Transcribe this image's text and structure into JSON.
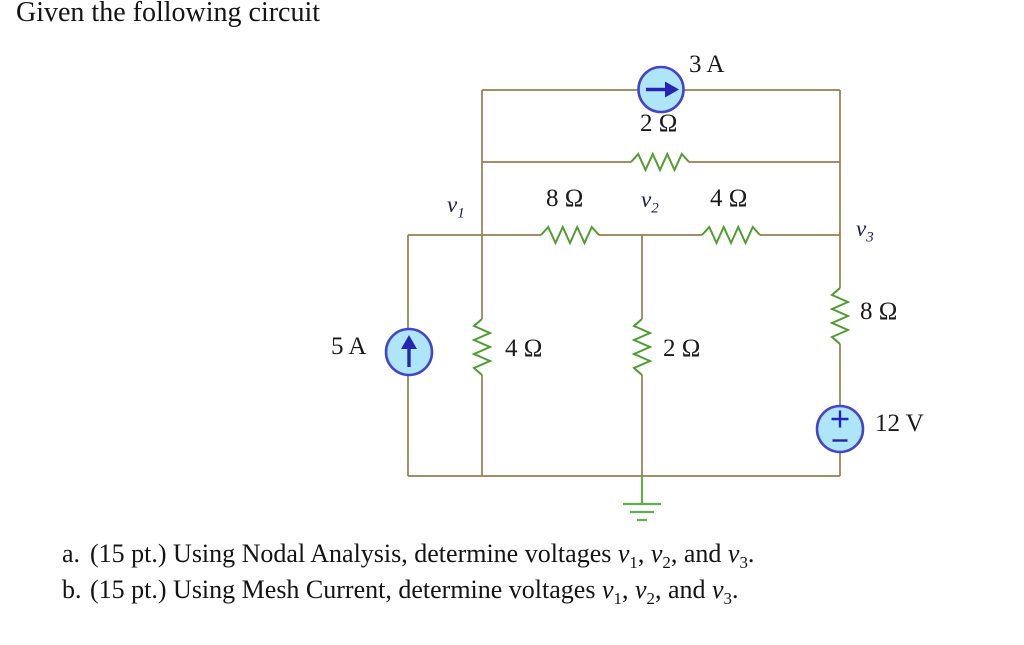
{
  "title": "Given the following circuit",
  "circuit": {
    "colors": {
      "wire": "#9c7b4e",
      "resistor": "#4f9d2f",
      "ground": "#5faf4a",
      "source_fill": "#aee6f8",
      "source_border": "#4343d0",
      "source_symbol": "#2525b5"
    },
    "labels": {
      "src3a": "3 A",
      "r2_top": "2 Ω",
      "r8_mid": "8 Ω",
      "r4_mid": "4 Ω",
      "r4_left": "4 Ω",
      "r2_mid": "2 Ω",
      "r8_right": "8 Ω",
      "src5a": "5 A",
      "src12v": "12 V"
    },
    "nodes": {
      "v1": {
        "base": "v",
        "sub": "1"
      },
      "v2": {
        "base": "v",
        "sub": "2"
      },
      "v3": {
        "base": "v",
        "sub": "3"
      }
    },
    "components": [
      {
        "type": "current-source",
        "value": "3 A",
        "direction": "right"
      },
      {
        "type": "resistor",
        "value": "2 Ω",
        "orientation": "horizontal"
      },
      {
        "type": "resistor",
        "value": "8 Ω",
        "orientation": "horizontal",
        "between": "v1-v2"
      },
      {
        "type": "resistor",
        "value": "4 Ω",
        "orientation": "horizontal",
        "between": "v2-v3"
      },
      {
        "type": "current-source",
        "value": "5 A",
        "direction": "up"
      },
      {
        "type": "resistor",
        "value": "4 Ω",
        "orientation": "vertical",
        "at": "v1"
      },
      {
        "type": "resistor",
        "value": "2 Ω",
        "orientation": "vertical",
        "at": "v2"
      },
      {
        "type": "resistor",
        "value": "8 Ω",
        "orientation": "vertical",
        "at": "v3"
      },
      {
        "type": "voltage-source",
        "value": "12 V",
        "polarity": "plus-top"
      },
      {
        "type": "ground"
      }
    ]
  },
  "questions": [
    {
      "marker": "a.",
      "segments": [
        {
          "text": "(15 pt.) Using Nodal Analysis, determine voltages "
        },
        {
          "var": "v",
          "sub": "1"
        },
        {
          "text": ", "
        },
        {
          "var": "v",
          "sub": "2"
        },
        {
          "text": ", and "
        },
        {
          "var": "v",
          "sub": "3"
        },
        {
          "text": "."
        }
      ]
    },
    {
      "marker": "b.",
      "segments": [
        {
          "text": "(15 pt.) Using Mesh Current, determine voltages "
        },
        {
          "var": "v",
          "sub": "1"
        },
        {
          "text": ", "
        },
        {
          "var": "v",
          "sub": "2"
        },
        {
          "text": ", and "
        },
        {
          "var": "v",
          "sub": "3"
        },
        {
          "text": "."
        }
      ]
    }
  ]
}
